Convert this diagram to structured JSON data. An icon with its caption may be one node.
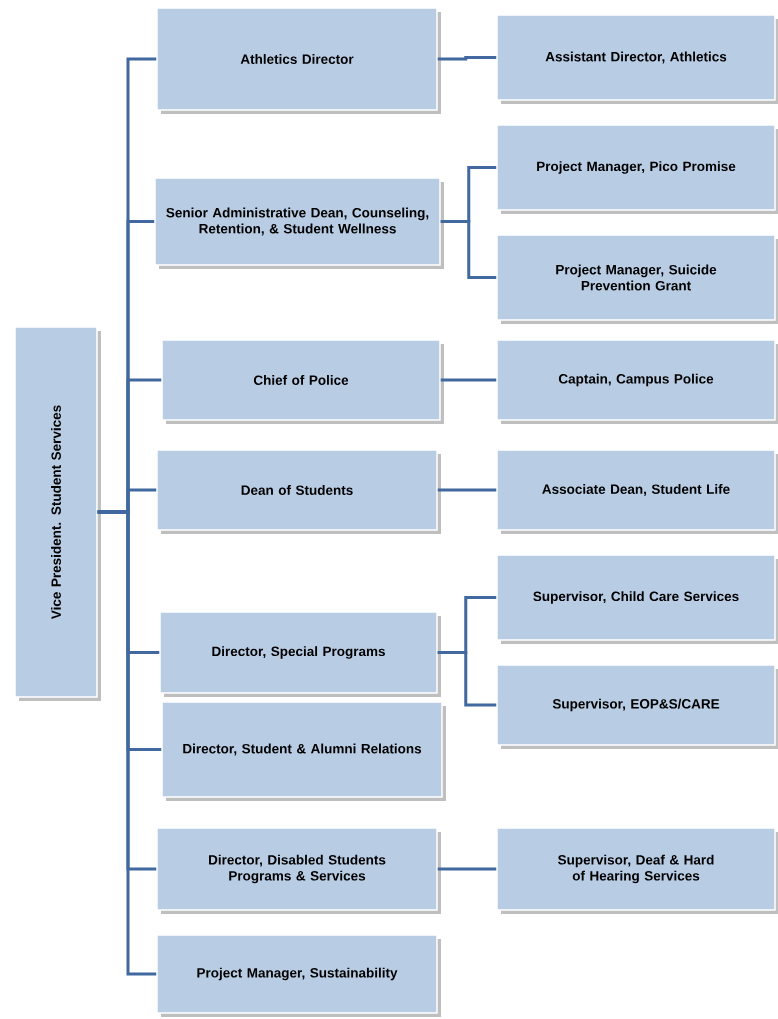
{
  "diagram": {
    "nodes": [
      {
        "text": [
          "Vice President. Student Services"
        ]
      },
      {
        "text": [
          "Athletics Director"
        ]
      },
      {
        "text": [
          "Senior Administrative Dean, Counseling, Retention, & Student Wellness"
        ]
      },
      {
        "text": [
          "Chief of Police"
        ]
      },
      {
        "text": [
          "Dean of Students"
        ]
      },
      {
        "text": [
          "Director, Special Programs"
        ]
      },
      {
        "text": [
          "Director, Student & Alumni Relations"
        ]
      },
      {
        "text": [
          "Director, Disabled Students Programs & Services"
        ]
      },
      {
        "text": [
          "Project Manager, Sustainability"
        ]
      },
      {
        "text": [
          "Assistant Director, Athletics"
        ]
      },
      {
        "text": [
          "Project Manager, Pico Promise"
        ]
      },
      {
        "text": [
          "Project Manager, Suicide Prevention Grant"
        ]
      },
      {
        "text": [
          "Captain, Campus Police"
        ]
      },
      {
        "text": [
          "Associate Dean, Student Life"
        ]
      },
      {
        "text": [
          "Supervisor, Child Care Services"
        ]
      },
      {
        "text": [
          "Supervisor, EOP&S/CARE"
        ]
      },
      {
        "text": [
          "Supervisor, Deaf & Hard of Hearing Services"
        ]
      }
    ],
    "edges": [
      {
        "from": 0,
        "to": 1,
        "arrow": "none"
      },
      {
        "from": 0,
        "to": 2,
        "arrow": "none"
      },
      {
        "from": 0,
        "to": 3,
        "arrow": "none"
      },
      {
        "from": 0,
        "to": 4,
        "arrow": "none"
      },
      {
        "from": 0,
        "to": 5,
        "arrow": "none"
      },
      {
        "from": 0,
        "to": 6,
        "arrow": "none"
      },
      {
        "from": 0,
        "to": 7,
        "arrow": "none"
      },
      {
        "from": 0,
        "to": 8,
        "arrow": "none"
      },
      {
        "from": 1,
        "to": 9,
        "arrow": "none"
      },
      {
        "from": 2,
        "to": 10,
        "arrow": "none"
      },
      {
        "from": 2,
        "to": 11,
        "arrow": "none"
      },
      {
        "from": 3,
        "to": 12,
        "arrow": "none"
      },
      {
        "from": 4,
        "to": 13,
        "arrow": "none"
      },
      {
        "from": 5,
        "to": 14,
        "arrow": "none"
      },
      {
        "from": 5,
        "to": 15,
        "arrow": "none"
      },
      {
        "from": 7,
        "to": 16,
        "arrow": "none"
      }
    ]
  }
}
